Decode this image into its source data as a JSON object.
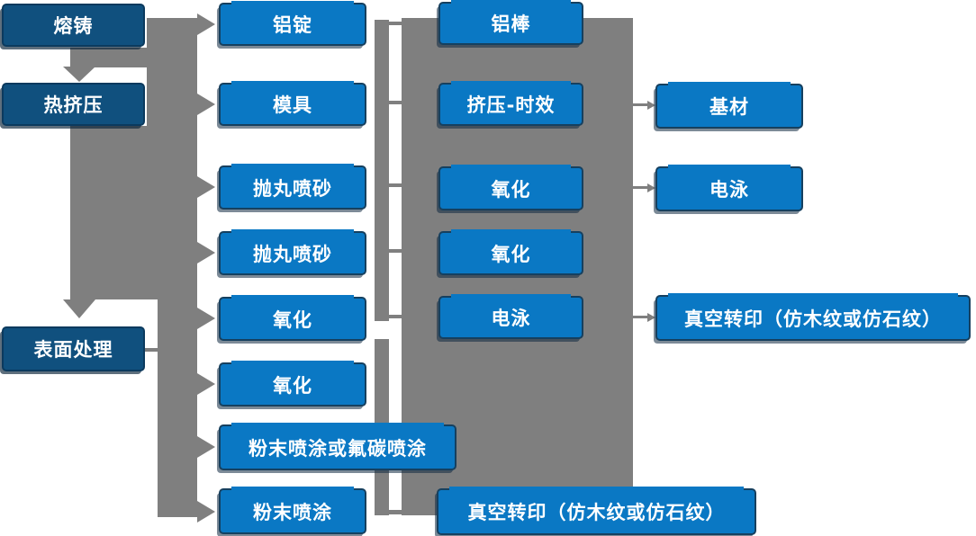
{
  "colors": {
    "dark_blue": "#10507E",
    "dark_border": "#0B3A5E",
    "bright_blue": "#0A78C4",
    "bright_border": "#16405F",
    "connector_gray": "#7F7F7F",
    "text_color": "#FFFFFF"
  },
  "column1": {
    "items": [
      {
        "label": "熔铸"
      },
      {
        "label": "热挤压"
      },
      {
        "label": "表面处理"
      }
    ]
  },
  "column2": {
    "items": [
      {
        "label": "铝锭"
      },
      {
        "label": "模具"
      },
      {
        "label": "抛丸喷砂"
      },
      {
        "label": "抛丸喷砂"
      },
      {
        "label": "氧化"
      },
      {
        "label": "氧化"
      },
      {
        "label": "粉末喷涂或氟碳喷涂"
      },
      {
        "label": "粉末喷涂"
      }
    ]
  },
  "column3": {
    "items": [
      {
        "label": "铝棒"
      },
      {
        "label": "挤压-时效"
      },
      {
        "label": "氧化"
      },
      {
        "label": "氧化"
      },
      {
        "label": "电泳"
      },
      {
        "label": "真空转印（仿木纹或仿石纹）"
      }
    ]
  },
  "column4": {
    "items": [
      {
        "label": "基材"
      },
      {
        "label": "电泳"
      },
      {
        "label": "真空转印（仿木纹或仿石纹）"
      }
    ]
  }
}
